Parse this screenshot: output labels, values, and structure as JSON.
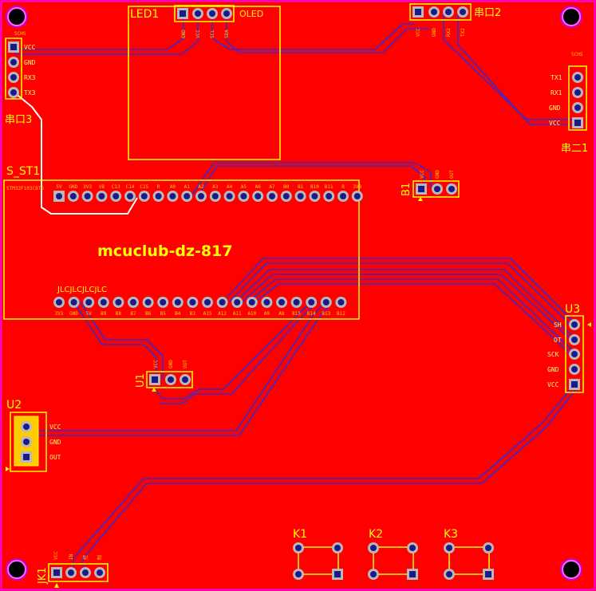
{
  "colors": {
    "board": "#ff0000",
    "outline": "#ff00ff",
    "silkscreen": "#ffff00",
    "trace": "#3a2acd",
    "pad_ring": "#b8b8b8",
    "pad_hole": "#1a1a8a"
  },
  "board_title": "mcuclub-dz-817",
  "modules": {
    "led1": {
      "ref": "LED1",
      "name": "OLED",
      "pins": [
        "GND",
        "VCC",
        "SCL",
        "SDA"
      ]
    },
    "uart2": {
      "ref": "串口2",
      "pins": [
        "VCC",
        "GND",
        "RX2",
        "TX2"
      ]
    },
    "uart3": {
      "ref": "串口3",
      "tag": "SCHS",
      "pins": [
        "VCC",
        "GND",
        "RX3",
        "TX3"
      ]
    },
    "uart1": {
      "ref": "串二1",
      "tag": "SCHS",
      "pins": [
        "TX1",
        "RX1",
        "GND",
        "VCC"
      ]
    },
    "s_st1": {
      "ref": "S_ST1",
      "sub": "STM32F103C8T6",
      "mark": "JLCJLCJLCJLC",
      "top_pins": [
        "5V",
        "GND",
        "3V3",
        "VB",
        "C13",
        "C14",
        "C15",
        "R",
        "A0",
        "A1",
        "A2",
        "A3",
        "A4",
        "A5",
        "A6",
        "A7",
        "B0",
        "B1",
        "B10",
        "B11",
        "R",
        "3V3"
      ],
      "bottom_pins": [
        "3V3",
        "GND",
        "5V",
        "B9",
        "B8",
        "B7",
        "B6",
        "B5",
        "B4",
        "B3",
        "A15",
        "A12",
        "A11",
        "A10",
        "A9",
        "A8",
        "B15",
        "B14",
        "B13",
        "B12"
      ]
    },
    "b1": {
      "ref": "B1",
      "pins": [
        "VCC",
        "GND",
        "OUT"
      ]
    },
    "u1": {
      "ref": "U1",
      "pins": [
        "VCC",
        "GND",
        "OUT"
      ]
    },
    "u2": {
      "ref": "U2",
      "pins": [
        "VCC",
        "GND",
        "OUT"
      ]
    },
    "u3": {
      "ref": "U3",
      "pins": [
        "SH",
        "OT",
        "SCK",
        "GND",
        "VCC"
      ]
    },
    "jk1": {
      "ref": "JK1",
      "pins": [
        "VCC",
        "IN",
        "控",
        "制"
      ]
    },
    "k1": {
      "ref": "K1"
    },
    "k2": {
      "ref": "K2"
    },
    "k3": {
      "ref": "K3"
    }
  }
}
